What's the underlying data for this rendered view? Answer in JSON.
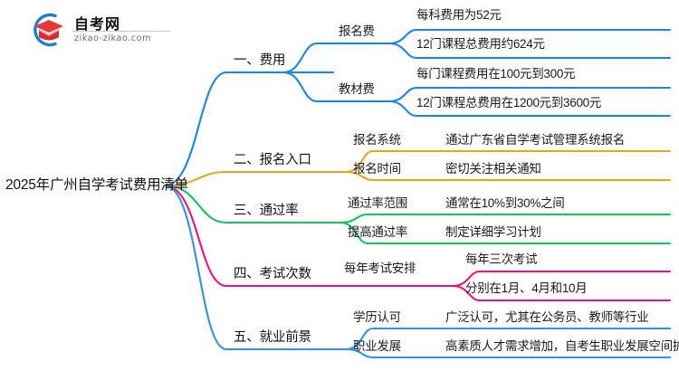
{
  "logo": {
    "name": "自考网",
    "domain": "zikao-zikao.com",
    "mark_icon": "graduation-cap-icon",
    "arc_color": "#1a7fd4",
    "cap_color": "#e03a3a"
  },
  "mindmap": {
    "root": {
      "label": "2025年广州自学考试费用清单"
    },
    "branches": [
      {
        "label": "一、费用",
        "color": "#1a86ea",
        "children": [
          {
            "label": "报名费",
            "children": [
              {
                "label": "每科费用为52元"
              },
              {
                "label": "12门课程总费用约624元"
              }
            ]
          },
          {
            "label": "教材费",
            "children": [
              {
                "label": "每门课程费用在100元到300元"
              },
              {
                "label": "12门课程总费用在1200元到3600元"
              }
            ]
          }
        ]
      },
      {
        "label": "二、报名入口",
        "color": "#eda21d",
        "children": [
          {
            "label": "报名系统",
            "children": [
              {
                "label": "通过广东省自学考试管理系统报名"
              }
            ]
          },
          {
            "label": "报名时间",
            "children": [
              {
                "label": "密切关注相关通知"
              }
            ]
          }
        ]
      },
      {
        "label": "三、通过率",
        "color": "#16c45f",
        "children": [
          {
            "label": "通过率范围",
            "children": [
              {
                "label": "通常在10%到30%之间"
              }
            ]
          },
          {
            "label": "提高通过率",
            "children": [
              {
                "label": "制定详细学习计划"
              }
            ]
          }
        ]
      },
      {
        "label": "四、考试次数",
        "color": "#ec1080",
        "children": [
          {
            "label": "每年考试安排",
            "children": [
              {
                "label": "每年三次考试"
              },
              {
                "label": "分别在1月、4月和10月"
              }
            ]
          }
        ]
      },
      {
        "label": "五、就业前景",
        "color": "#2f93e8",
        "children": [
          {
            "label": "学历认可",
            "children": [
              {
                "label": "广泛认可，尤其在公务员、教师等行业"
              }
            ]
          },
          {
            "label": "职业发展",
            "children": [
              {
                "label": "高素质人才需求增加，自考生职业发展空间扩大"
              }
            ]
          }
        ]
      }
    ]
  }
}
